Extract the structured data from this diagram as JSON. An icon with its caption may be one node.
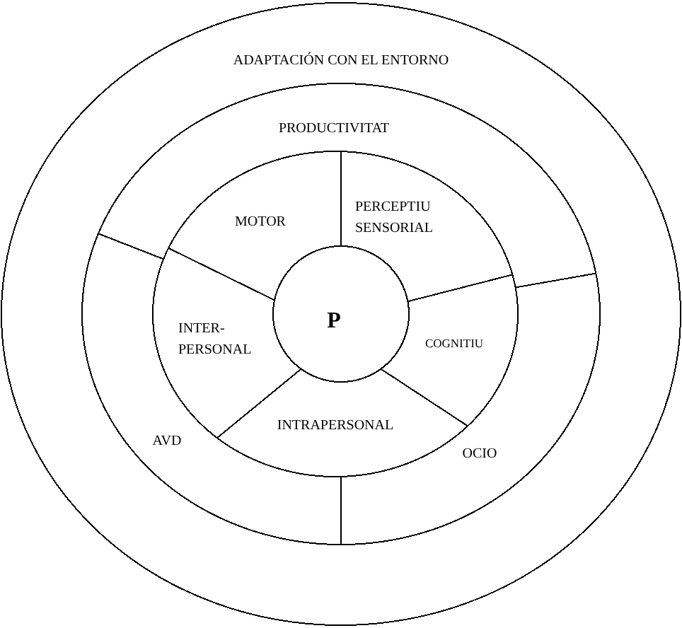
{
  "diagram": {
    "nodes": [
      {
        "text": [
          "ADAPTACIÓN CON EL ENTORNO"
        ]
      },
      {
        "text": [
          "PRODUCTIVITAT"
        ],
        "in": 0
      },
      {
        "text": [
          "MOTOR"
        ],
        "in": 0
      },
      {
        "text": [
          "PERCEPTIU SENSORIAL"
        ],
        "in": 0
      },
      {
        "text": [
          "P"
        ],
        "in": 0
      },
      {
        "text": [
          "INTER- PERSONAL"
        ],
        "in": 0
      },
      {
        "text": [
          "COGNITIU"
        ],
        "in": 0
      },
      {
        "text": [
          "INTRAPERSONAL"
        ],
        "in": 0
      },
      {
        "text": [
          "AVD"
        ],
        "in": 0
      },
      {
        "text": [
          "OCIO"
        ],
        "in": 0
      }
    ]
  }
}
